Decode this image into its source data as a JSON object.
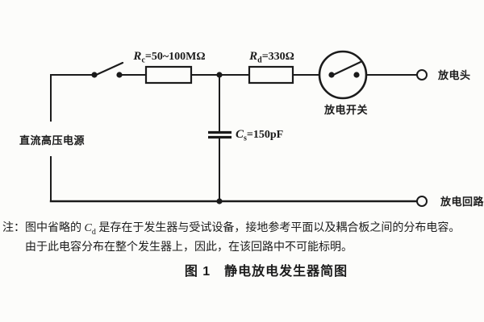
{
  "figure": {
    "caption": "图 1　静电放电发生器简图",
    "background_color": "#fcfcfa",
    "line_color": "#1b1b1b"
  },
  "circuit": {
    "dc_supply_label": "直流高压电源",
    "charge_resistor": {
      "symbol": "R",
      "subscript": "c",
      "value": "=50~100MΩ"
    },
    "discharge_resistor": {
      "symbol": "R",
      "subscript": "d",
      "value": "=330Ω"
    },
    "storage_capacitor": {
      "symbol": "C",
      "subscript": "s",
      "value": "=150pF"
    },
    "discharge_switch_label": "放电开关",
    "discharge_tip_label": "放电头",
    "discharge_return_label": "放电回路"
  },
  "note": {
    "line1_prefix": "注：图中省略的 ",
    "line1_symbol": "C",
    "line1_subscript": "d",
    "line1_suffix": " 是存在于发生器与受试设备，接地参考平面以及耦合板之间的分布电容。",
    "line2": "由于此电容分布在整个发生器上，因此，在该回路中不可能标明。"
  }
}
